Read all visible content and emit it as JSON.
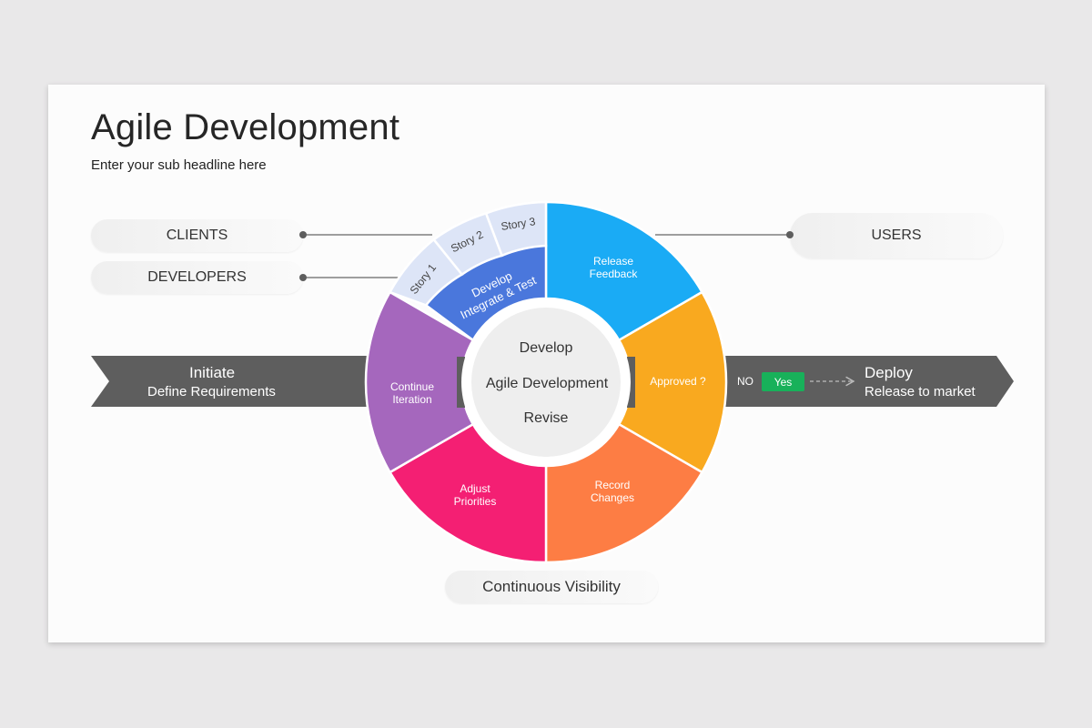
{
  "title": "Agile Development",
  "subtitle": "Enter your sub headline here",
  "left_labels": [
    "CLIENTS",
    "DEVELOPERS"
  ],
  "right_label": "USERS",
  "initiate": {
    "line1": "Initiate",
    "line2": "Define Requirements"
  },
  "deploy": {
    "line1": "Deploy",
    "line2": "Release to market"
  },
  "decision": {
    "no": "NO",
    "yes": "Yes"
  },
  "bottom_label": "Continuous Visibility",
  "center": {
    "top": "Develop",
    "middle": "Agile Development",
    "bottom": "Revise"
  },
  "segments": {
    "release": [
      "Release",
      "Feedback"
    ],
    "approved": [
      "Approved ?"
    ],
    "record": [
      "Record",
      "Changes"
    ],
    "adjust": [
      "Adjust",
      "Priorities"
    ],
    "continue": [
      "Continue",
      "Iteration"
    ],
    "develop": [
      "Develop",
      "Integrate & Test"
    ]
  },
  "stories": [
    "Story 1",
    "Story 2",
    "Story 3"
  ],
  "colors": {
    "release": "#1aabf5",
    "approved": "#f9a91f",
    "record": "#fd7d44",
    "adjust": "#f41f73",
    "continue": "#a567bd",
    "develop": "#4a77dc",
    "story": "#dde5f7",
    "arrow": "#5e5e5e",
    "yes": "#18b15a"
  }
}
